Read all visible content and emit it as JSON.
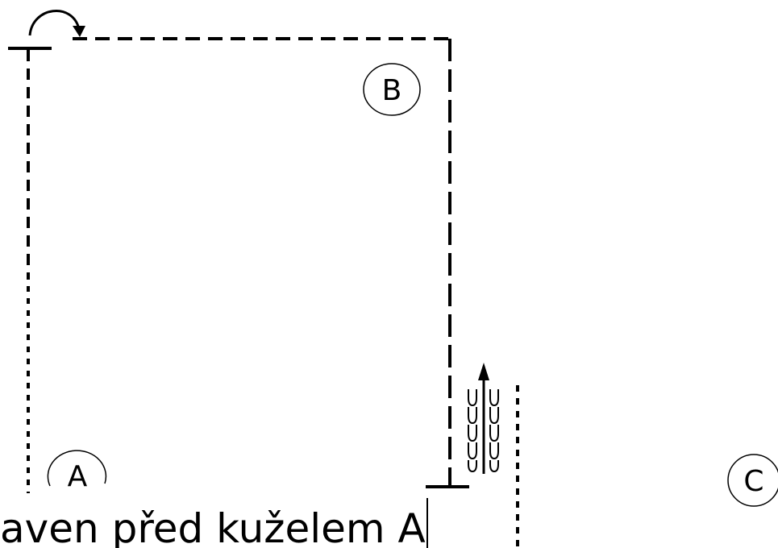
{
  "diagram": {
    "nodes": [
      {
        "id": "A",
        "label": "A"
      },
      {
        "id": "B",
        "label": "B"
      },
      {
        "id": "C",
        "label": "C"
      }
    ],
    "caption": "aven před kuželem A",
    "colors": {
      "stroke": "#000000",
      "background": "#ffffff"
    },
    "icons": [
      "curved-arrow-icon",
      "up-arrow-icon",
      "loop-stack-icon"
    ]
  }
}
